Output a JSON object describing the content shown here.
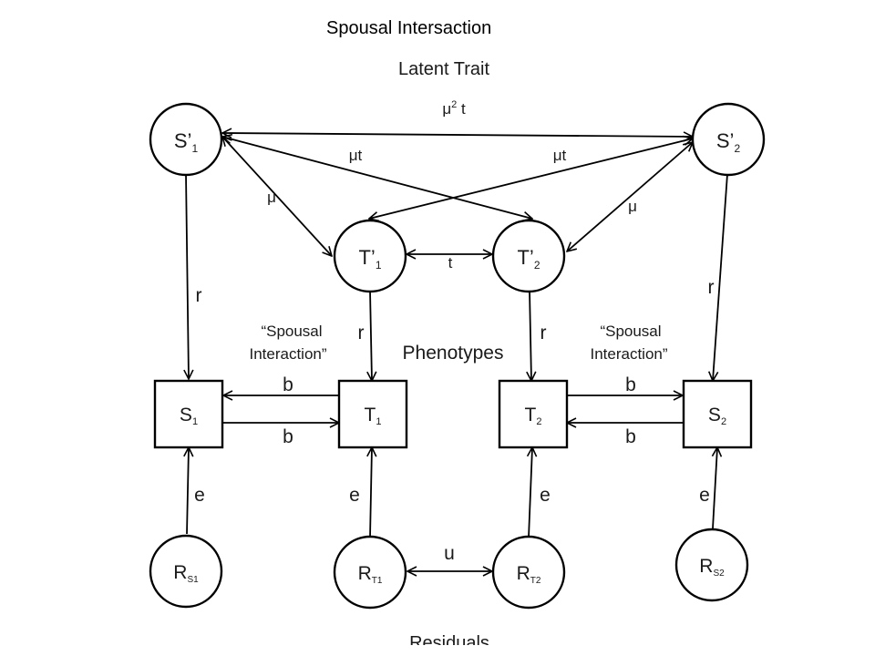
{
  "title": "Spousal Intersaction",
  "sections": {
    "latent": "Latent Trait",
    "phenotypes": "Phenotypes",
    "residuals": "Residuals"
  },
  "latent_nodes": {
    "s1": {
      "main": "S’",
      "sub": "1"
    },
    "s2": {
      "main": "S’",
      "sub": "2"
    },
    "t1": {
      "main": "T’",
      "sub": "1"
    },
    "t2": {
      "main": "T’",
      "sub": "2"
    }
  },
  "phenotype_nodes": {
    "s1": {
      "main": "S",
      "sub": "1"
    },
    "t1": {
      "main": "T",
      "sub": "1"
    },
    "t2": {
      "main": "T",
      "sub": "2"
    },
    "s2": {
      "main": "S",
      "sub": "2"
    }
  },
  "residual_nodes": {
    "rs1": {
      "main": "R",
      "sub": "S1"
    },
    "rt1": {
      "main": "R",
      "sub": "T1"
    },
    "rt2": {
      "main": "R",
      "sub": "T2"
    },
    "rs2": {
      "main": "R",
      "sub": "S2"
    }
  },
  "paths": {
    "mu2t": {
      "mu": "μ",
      "sup": "2",
      "rest": " t"
    },
    "mut_left": {
      "mu": "μ",
      "rest": "t"
    },
    "mut_right": {
      "mu": "μ",
      "rest": "t"
    },
    "mu_left": "μ",
    "mu_right": "μ",
    "t": "t",
    "r_s1": "r",
    "r_s2": "r",
    "r_t1": "r",
    "r_t2": "r",
    "b_top_left": "b",
    "b_bottom_left": "b",
    "b_top_right": "b",
    "b_bottom_right": "b",
    "e_s1": "e",
    "e_t1": "e",
    "e_t2": "e",
    "e_s2": "e",
    "u": "u"
  },
  "annotations": {
    "spousal_left_1": "“Spousal",
    "spousal_left_2": "Interaction”",
    "spousal_right_1": "“Spousal",
    "spousal_right_2": "Interaction”"
  }
}
